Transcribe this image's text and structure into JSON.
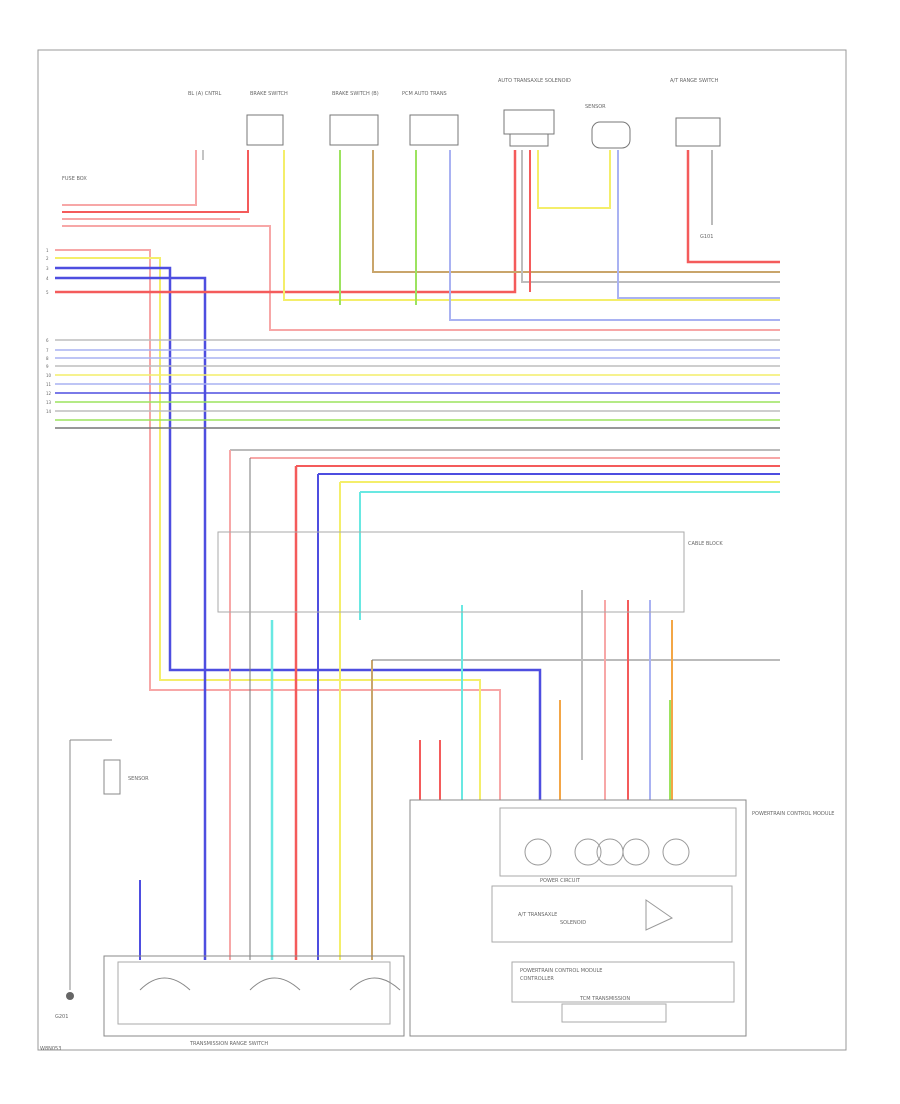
{
  "diagram": {
    "title": "",
    "footer_id": "W8N053",
    "colors": {
      "red": "#f45b5b",
      "pink": "#f7a7a7",
      "yellow": "#f4ee6a",
      "green": "#9ce35f",
      "blue": "#4e4ee0",
      "lightblue": "#a9b2f2",
      "cyan": "#69e8e2",
      "orange": "#f3a646",
      "olive": "#c9a56b",
      "gray": "#bdbdbd",
      "darkgray": "#777777"
    },
    "top_components": [
      {
        "id": "c1",
        "label": "BL (A) CNTRL"
      },
      {
        "id": "c2",
        "label": "BRAKE SWITCH"
      },
      {
        "id": "c3",
        "label": "BRAKE SWITCH (B)"
      },
      {
        "id": "c4",
        "label": "PCM AUTO TRANS"
      },
      {
        "id": "c5",
        "label": "AUTO TRANSAXLE SOLENOID"
      },
      {
        "id": "c6",
        "label": "SENSOR"
      },
      {
        "id": "c7",
        "label": "A/T RANGE SWITCH"
      }
    ],
    "fuse_label": "FUSE BOX",
    "ground_top": "G101",
    "left_labels": [
      "1",
      "2",
      "3",
      "4",
      "5",
      "6",
      "7",
      "8",
      "9",
      "10",
      "11",
      "12",
      "13",
      "14"
    ],
    "cable_block_label": "CABLE BLOCK",
    "module_label": "POWERTRAIN CONTROL MODULE",
    "pcm_inner_labels": [
      "POWER CIRCUIT",
      "A/T TRANSAXLE",
      "SOLENOID",
      "POWERTRAIN CONTROL MODULE",
      "CONTROLLER",
      "TCM TRANSMISSION"
    ],
    "gauge_block_label": "TRANSMISSION RANGE SWITCH",
    "left_component_label": "SENSOR",
    "bottom_ground_label": "G201"
  }
}
